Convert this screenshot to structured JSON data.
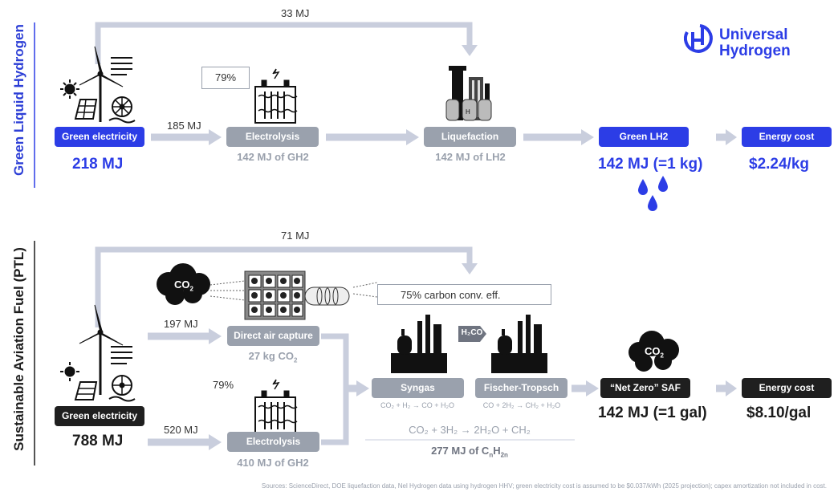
{
  "logo": {
    "line1": "Universal",
    "line2": "Hydrogen"
  },
  "side_labels": {
    "top": "Green Liquid Hydrogen",
    "bottom": "Sustainable Aviation Fuel (PTL)"
  },
  "top_flow": {
    "bypass_mj": "33 MJ",
    "source_pill": "Green electricity",
    "source_mj": "218 MJ",
    "to_electrolysis_mj": "185 MJ",
    "efficiency": "79%",
    "electrolysis_pill": "Electrolysis",
    "electrolysis_out": "142 MJ of GH2",
    "liquefaction_pill": "Liquefaction",
    "liquefaction_out": "142 MJ of LH2",
    "product_pill": "Green LH2",
    "product_value": "142 MJ (=1 kg)",
    "cost_pill": "Energy cost",
    "cost_value": "$2.24/kg"
  },
  "bottom_flow": {
    "bypass_mj": "71 MJ",
    "co2_cloud": "CO",
    "co2_sub": "2",
    "to_dac_mj": "197 MJ",
    "dac_pill": "Direct air capture",
    "dac_out": "27 kg CO",
    "dac_out_sub": "2",
    "carbon_eff": "75%  carbon conv. eff.",
    "efficiency": "79%",
    "source_pill": "Green electricity",
    "source_mj": "788 MJ",
    "to_electrolysis_mj": "520 MJ",
    "electrolysis_pill": "Electrolysis",
    "electrolysis_out": "410 MJ of GH2",
    "h2co_label": "H₂CO",
    "syngas_pill": "Syngas",
    "syngas_formula": "CO₂ + H₂ → CO + H₂O",
    "ft_pill": "Fischer-Tropsch",
    "ft_formula": "CO + 2H₂ → CH₂ + H₂O",
    "overall_formula": "CO₂ + 3H₂ → 2H₂O + CH₂",
    "overall_out": "277 MJ of C",
    "overall_out_sub1": "n",
    "overall_out_mid": "H",
    "overall_out_sub2": "2n",
    "product_cloud": "CO",
    "product_cloud_sub": "2",
    "product_pill": "“Net Zero” SAF",
    "product_value": "142 MJ (=1 gal)",
    "cost_pill": "Energy cost",
    "cost_value": "$8.10/gal"
  },
  "source_note": "Sources: ScienceDirect, DOE liquefaction data, Nel Hydrogen data using hydrogen HHV; green electricity cost is assumed to be $0.037/kWh (2025 projection); capex amortization not included in cost.",
  "colors": {
    "brand_blue": "#2c3de6",
    "arrow_gray": "#c9cedd",
    "pill_gray": "#9aa1ad",
    "dark": "#1f1f1f"
  }
}
